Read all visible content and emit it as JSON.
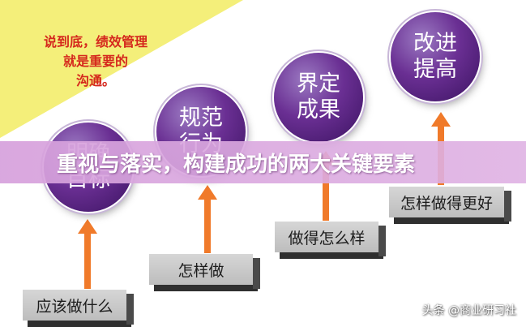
{
  "quote": {
    "line1": "说到底，绩效管理",
    "line2": "就是重要的",
    "line3": "沟通。"
  },
  "steps": [
    {
      "circle_line1": "明确",
      "circle_line2": "目标",
      "box_label": "应该做什么"
    },
    {
      "circle_line1": "规范",
      "circle_line2": "行为",
      "box_label": "怎样做"
    },
    {
      "circle_line1": "界定",
      "circle_line2": "成果",
      "box_label": "做得怎么样"
    },
    {
      "circle_line1": "改进",
      "circle_line2": "提高",
      "box_label": "怎样做得更好"
    }
  ],
  "banner": {
    "title": "重视与落实，构建成功的两大关键要素"
  },
  "watermark": {
    "text": "头条 @商业研习社"
  },
  "colors": {
    "circle": "#5a2385",
    "arrow": "#f07a2a",
    "quote": "#d5281d",
    "triangle": "#f4ef7a",
    "banner": "#d9a5dc"
  }
}
